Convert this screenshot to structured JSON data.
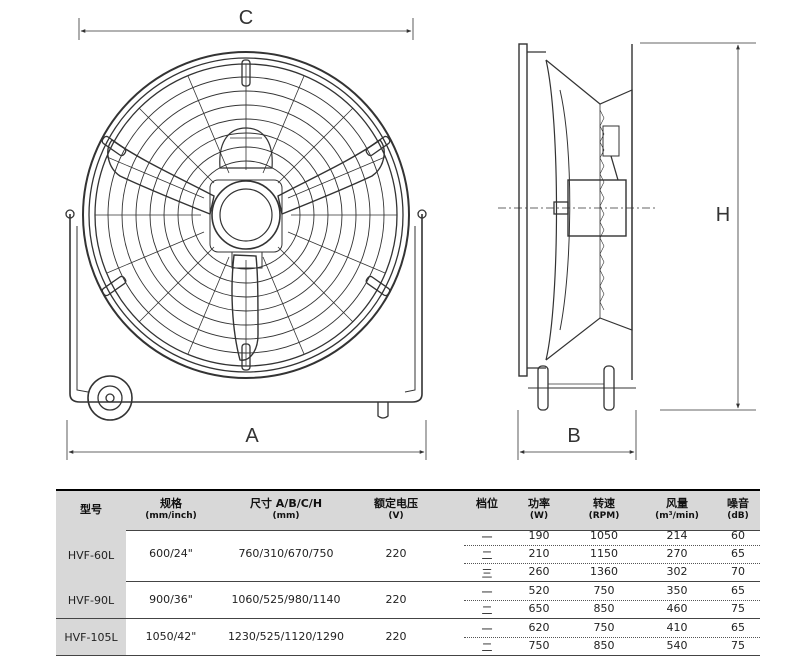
{
  "dimensions": {
    "c_label": "C",
    "a_label": "A",
    "b_label": "B",
    "h_label": "H"
  },
  "table": {
    "headers": [
      {
        "main": "型号",
        "sub": ""
      },
      {
        "main": "规格",
        "sub": "(mm/inch)"
      },
      {
        "main": "尺寸 A/B/C/H",
        "sub": "(mm)"
      },
      {
        "main": "额定电压",
        "sub": "(V)"
      },
      {
        "main": "档位",
        "sub": ""
      },
      {
        "main": "功率",
        "sub": "(W)"
      },
      {
        "main": "转速",
        "sub": "(RPM)"
      },
      {
        "main": "风量",
        "sub": "(m³/min)"
      },
      {
        "main": "噪音",
        "sub": "(dB)"
      }
    ],
    "models": [
      {
        "model": "HVF-60L",
        "spec": "600/24\"",
        "size": "760/310/670/750",
        "voltage": "220",
        "speeds": [
          {
            "gear": "一",
            "power": "190",
            "rpm": "1050",
            "airflow": "214",
            "noise": "60"
          },
          {
            "gear": "二",
            "power": "210",
            "rpm": "1150",
            "airflow": "270",
            "noise": "65"
          },
          {
            "gear": "三",
            "power": "260",
            "rpm": "1360",
            "airflow": "302",
            "noise": "70"
          }
        ]
      },
      {
        "model": "HVF-90L",
        "spec": "900/36\"",
        "size": "1060/525/980/1140",
        "voltage": "220",
        "speeds": [
          {
            "gear": "一",
            "power": "520",
            "rpm": "750",
            "airflow": "350",
            "noise": "65"
          },
          {
            "gear": "二",
            "power": "650",
            "rpm": "850",
            "airflow": "460",
            "noise": "75"
          }
        ]
      },
      {
        "model": "HVF-105L",
        "spec": "1050/42\"",
        "size": "1230/525/1120/1290",
        "voltage": "220",
        "speeds": [
          {
            "gear": "一",
            "power": "620",
            "rpm": "750",
            "airflow": "410",
            "noise": "65"
          },
          {
            "gear": "二",
            "power": "750",
            "rpm": "850",
            "airflow": "540",
            "noise": "75"
          }
        ]
      }
    ]
  }
}
